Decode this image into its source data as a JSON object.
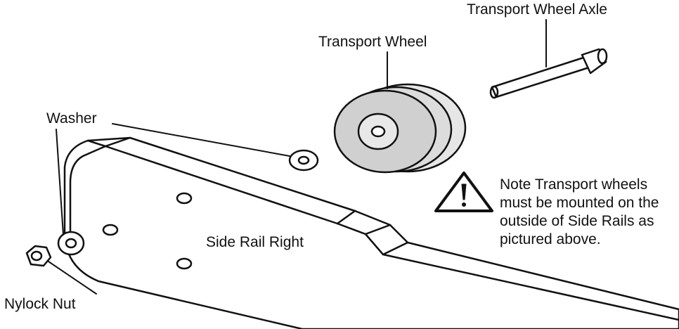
{
  "labels": {
    "axle": "Transport Wheel Axle",
    "wheel": "Transport Wheel",
    "washer": "Washer",
    "side_rail": "Side Rail Right",
    "nut": "Nylock Nut"
  },
  "note": {
    "lines": [
      "Note Transport wheels",
      "must be mounted on the",
      "outside of Side Rails as",
      "pictured above."
    ]
  },
  "icons": {
    "warning": "warning-triangle-icon"
  },
  "colors": {
    "line": "#111111",
    "background": "#ffffff",
    "wheel_fill": "#d9d9d9"
  }
}
